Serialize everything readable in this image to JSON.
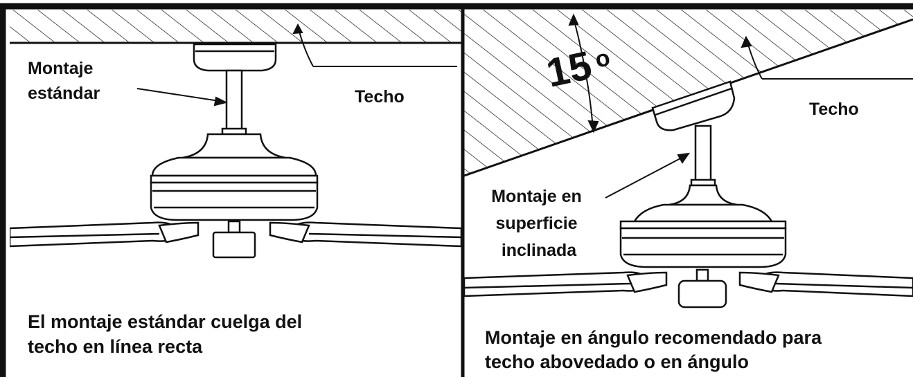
{
  "colors": {
    "ink": "#111111",
    "background": "#ffffff"
  },
  "left_panel": {
    "label_mount": [
      "Montaje",
      "estándar"
    ],
    "label_ceiling": "Techo",
    "caption": [
      "El montaje estándar cuelga del",
      "techo en línea recta"
    ]
  },
  "right_panel": {
    "angle_label": "15",
    "angle_unit": "o",
    "label_mount": [
      "Montaje en",
      "superficie",
      "inclinada"
    ],
    "label_ceiling": "Techo",
    "caption": [
      "Montaje en ángulo recomendado para",
      "techo abovedado o en ángulo"
    ]
  }
}
